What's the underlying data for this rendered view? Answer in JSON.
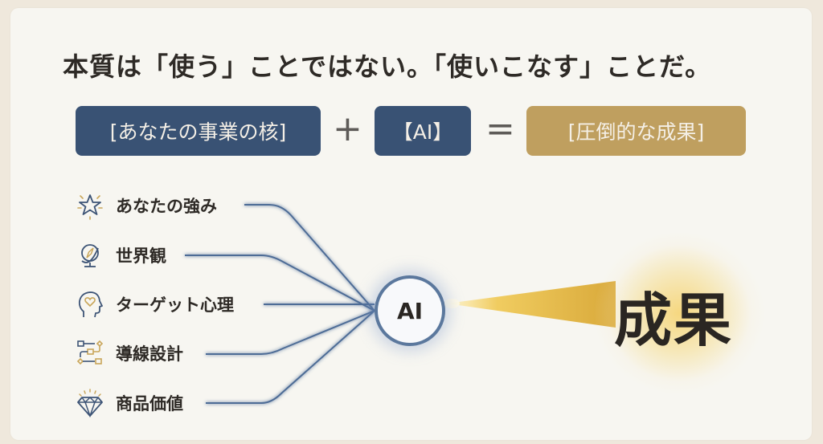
{
  "headline": "本質は「使う」ことではない。「使いこなす」ことだ。",
  "equation": {
    "term1": "[あなたの事業の核]",
    "plus": "+",
    "term2": "【AI】",
    "equals": "=",
    "result": "[圧倒的な成果]"
  },
  "inputs": [
    {
      "label": "あなたの強み",
      "icon": "star-icon"
    },
    {
      "label": "世界観",
      "icon": "globe-icon"
    },
    {
      "label": "ターゲット心理",
      "icon": "head-heart-icon"
    },
    {
      "label": "導線設計",
      "icon": "flow-icon"
    },
    {
      "label": "商品価値",
      "icon": "diamond-icon"
    }
  ],
  "hub": {
    "label": "AI"
  },
  "output": {
    "label": "成果"
  },
  "colors": {
    "navy": "#395274",
    "gold": "#bf9f5f",
    "text": "#2e2a26"
  }
}
